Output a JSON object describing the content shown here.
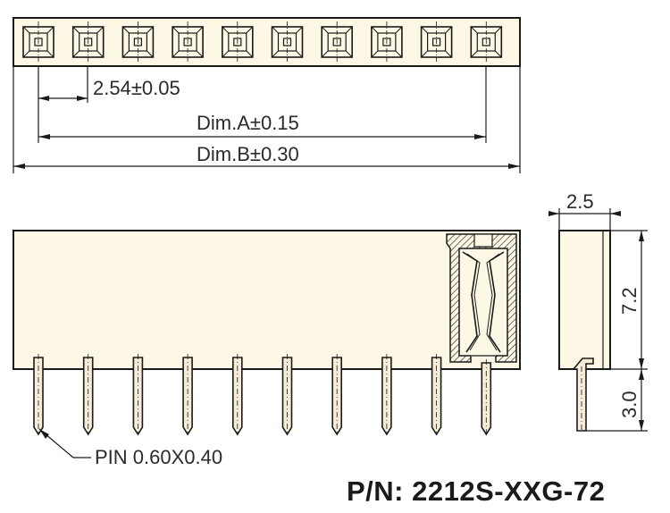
{
  "top_view": {
    "pitch_label": "2.54±0.05",
    "dim_a_label": "Dim.A±0.15",
    "dim_b_label": "Dim.B±0.30"
  },
  "front_view": {
    "pin_label": "PIN 0.60X0.40"
  },
  "side_view": {
    "width_label": "2.5",
    "height_label": "7.2",
    "pin_length_label": "3.0"
  },
  "part_number": "P/N: 2212S-XXG-72",
  "colors": {
    "body_fill": "#fdf7e6",
    "line": "#1a1a1a",
    "pin_fill": "#f6ecd8"
  }
}
